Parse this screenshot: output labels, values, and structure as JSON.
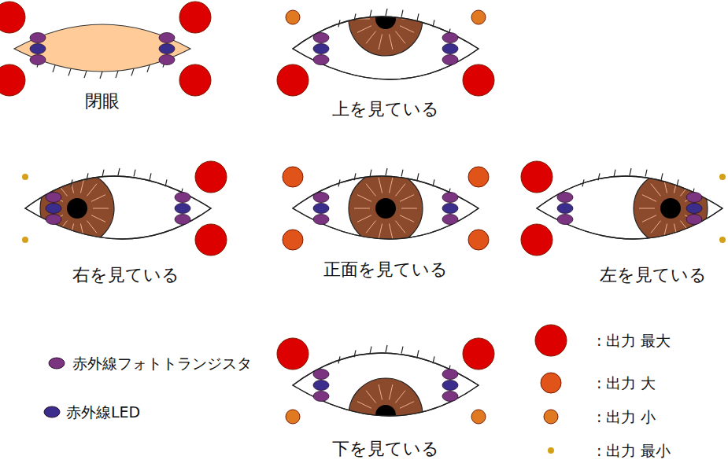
{
  "diagram": {
    "labels": [
      "閉眼",
      "上を見ている",
      "右を見ている",
      "正面を見ている",
      "左を見ている",
      "下を見ている"
    ],
    "legend": [
      {
        "text": "赤外線フォトトランジスタ",
        "color": "#7b3580"
      },
      {
        "text": "赤外線LED",
        "color": "#3b2d8c"
      },
      {
        "text": ": 出力 最大",
        "color": "#dd0000"
      },
      {
        "text": ": 出力 大",
        "color": "#e0541a"
      },
      {
        "text": ": 出力 小",
        "color": "#e07a22"
      },
      {
        "text": ": 出力 最小",
        "color": "#d4a017"
      }
    ]
  }
}
